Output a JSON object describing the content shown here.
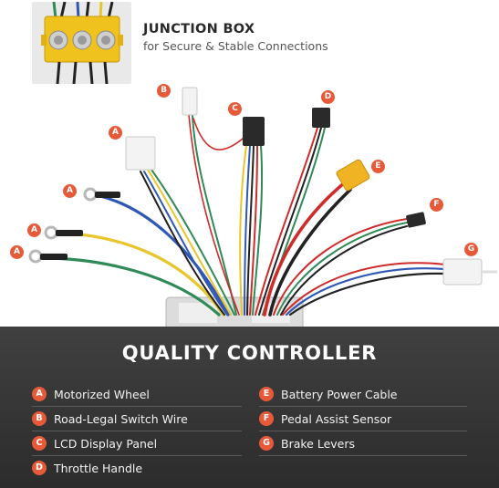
{
  "junction_box": {
    "title": "JUNCTION BOX",
    "subtitle": "for Secure & Stable Connections"
  },
  "panel": {
    "title": "QUALITY CONTROLLER"
  },
  "legend": {
    "left": [
      {
        "letter": "A",
        "label": "Motorized Wheel"
      },
      {
        "letter": "B",
        "label": "Road-Legal Switch Wire"
      },
      {
        "letter": "C",
        "label": "LCD Display Panel"
      },
      {
        "letter": "D",
        "label": "Throttle Handle"
      }
    ],
    "right": [
      {
        "letter": "E",
        "label": "Battery Power Cable"
      },
      {
        "letter": "F",
        "label": "Pedal Assist Sensor"
      },
      {
        "letter": "G",
        "label": "Brake Levers"
      }
    ]
  },
  "callouts": [
    "A",
    "A",
    "A",
    "A",
    "B",
    "C",
    "D",
    "E",
    "F",
    "G"
  ],
  "colors": {
    "accent": "#e65a3a",
    "panel": "#363636",
    "wire_yellow": "#e8c52a",
    "wire_green": "#2f8a57",
    "wire_blue": "#2f58b5",
    "wire_red": "#cf2b2b",
    "wire_black": "#222222",
    "connector_white": "#f3f3f3",
    "connector_yellow": "#f0b323"
  }
}
